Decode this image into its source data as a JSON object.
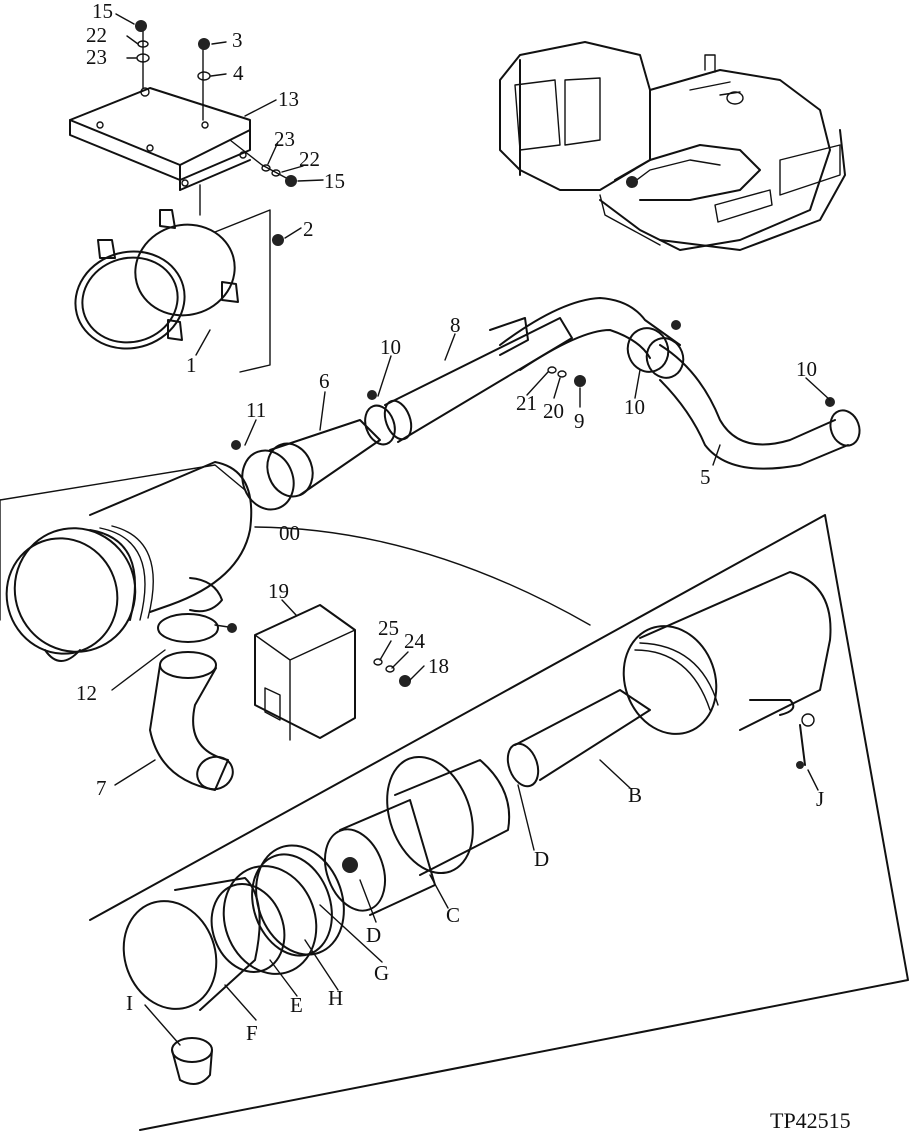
{
  "diagram": {
    "drawing_code": "TP42515",
    "callouts": {
      "c15a": "15",
      "c22a": "22",
      "c23a": "23",
      "c3": "3",
      "c4": "4",
      "c13": "13",
      "c23b": "23",
      "c22b": "22",
      "c15b": "15",
      "c2": "2",
      "c1": "1",
      "c8": "8",
      "c10a": "10",
      "c6": "6",
      "c11": "11",
      "c21": "21",
      "c20": "20",
      "c9": "9",
      "c10b": "10",
      "c10c": "10",
      "c5": "5",
      "c00": "00",
      "c19": "19",
      "c25": "25",
      "c24": "24",
      "c18": "18",
      "c12": "12",
      "c7": "7",
      "cB": "B",
      "cJ": "J",
      "cD1": "D",
      "cC": "C",
      "cD2": "D",
      "cG": "G",
      "cH": "H",
      "cE": "E",
      "cF": "F",
      "cI": "I"
    }
  }
}
